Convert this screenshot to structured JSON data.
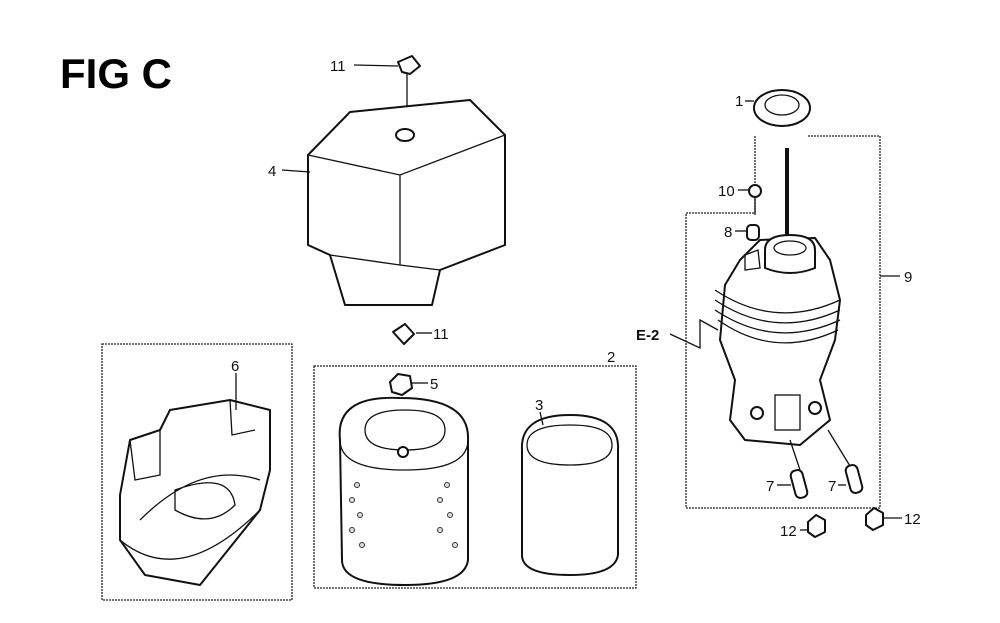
{
  "title": "FIG C",
  "callouts": {
    "c1": "1",
    "c2": "2",
    "c3": "3",
    "c4": "4",
    "c5": "5",
    "c6": "6",
    "c7a": "7",
    "c7b": "7",
    "c8": "8",
    "c9": "9",
    "c10": "10",
    "c11a": "11",
    "c11b": "11",
    "c12a": "12",
    "c12b": "12"
  },
  "reference": "E-2"
}
